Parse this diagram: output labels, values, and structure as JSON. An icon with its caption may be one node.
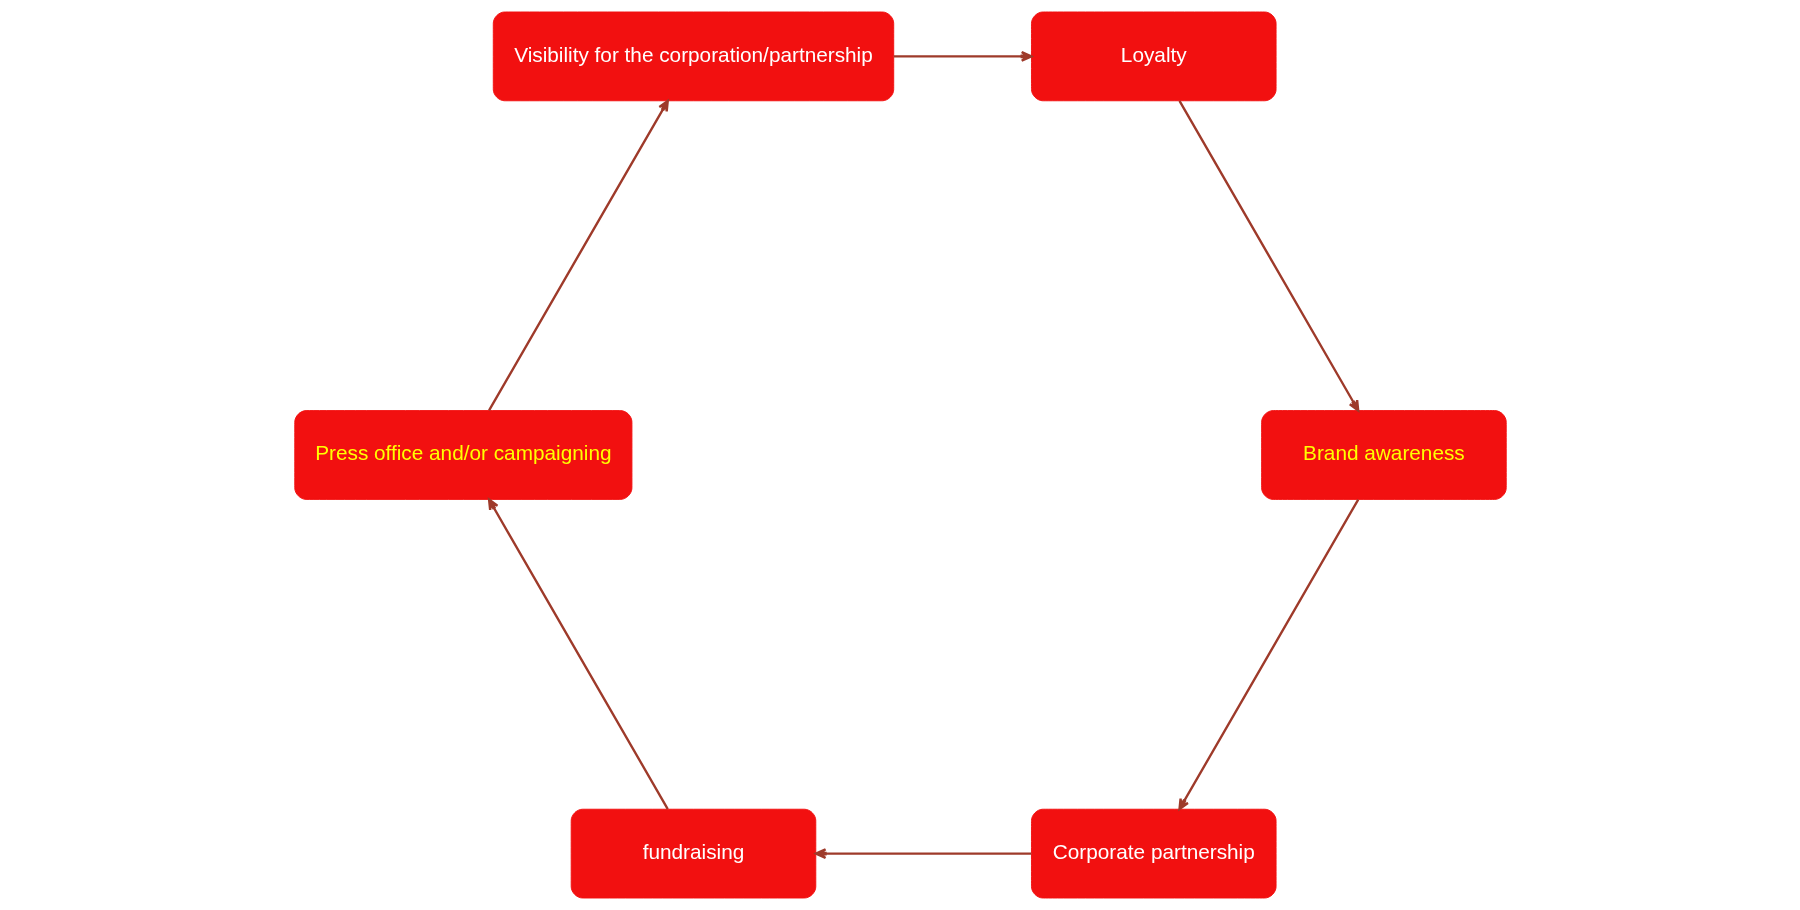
{
  "diagram": {
    "nodes": [
      {
        "text": [
          "Corporate partnership"
        ]
      },
      {
        "text": [
          "fundraising"
        ]
      },
      {
        "text": [
          "Press office and/or campaigning"
        ]
      },
      {
        "text": [
          "Visibility for the corporation/partnership"
        ]
      },
      {
        "text": [
          "Loyalty"
        ]
      },
      {
        "text": [
          "Brand awareness"
        ]
      }
    ],
    "edges": [
      {
        "from": 0,
        "to": 1,
        "arrow": "to"
      },
      {
        "from": 1,
        "to": 2,
        "arrow": "to"
      },
      {
        "from": 2,
        "to": 3,
        "arrow": "to"
      },
      {
        "from": 3,
        "to": 4,
        "arrow": "to"
      },
      {
        "from": 4,
        "to": 5,
        "arrow": "to"
      },
      {
        "from": 5,
        "to": 0,
        "arrow": "to"
      }
    ]
  }
}
